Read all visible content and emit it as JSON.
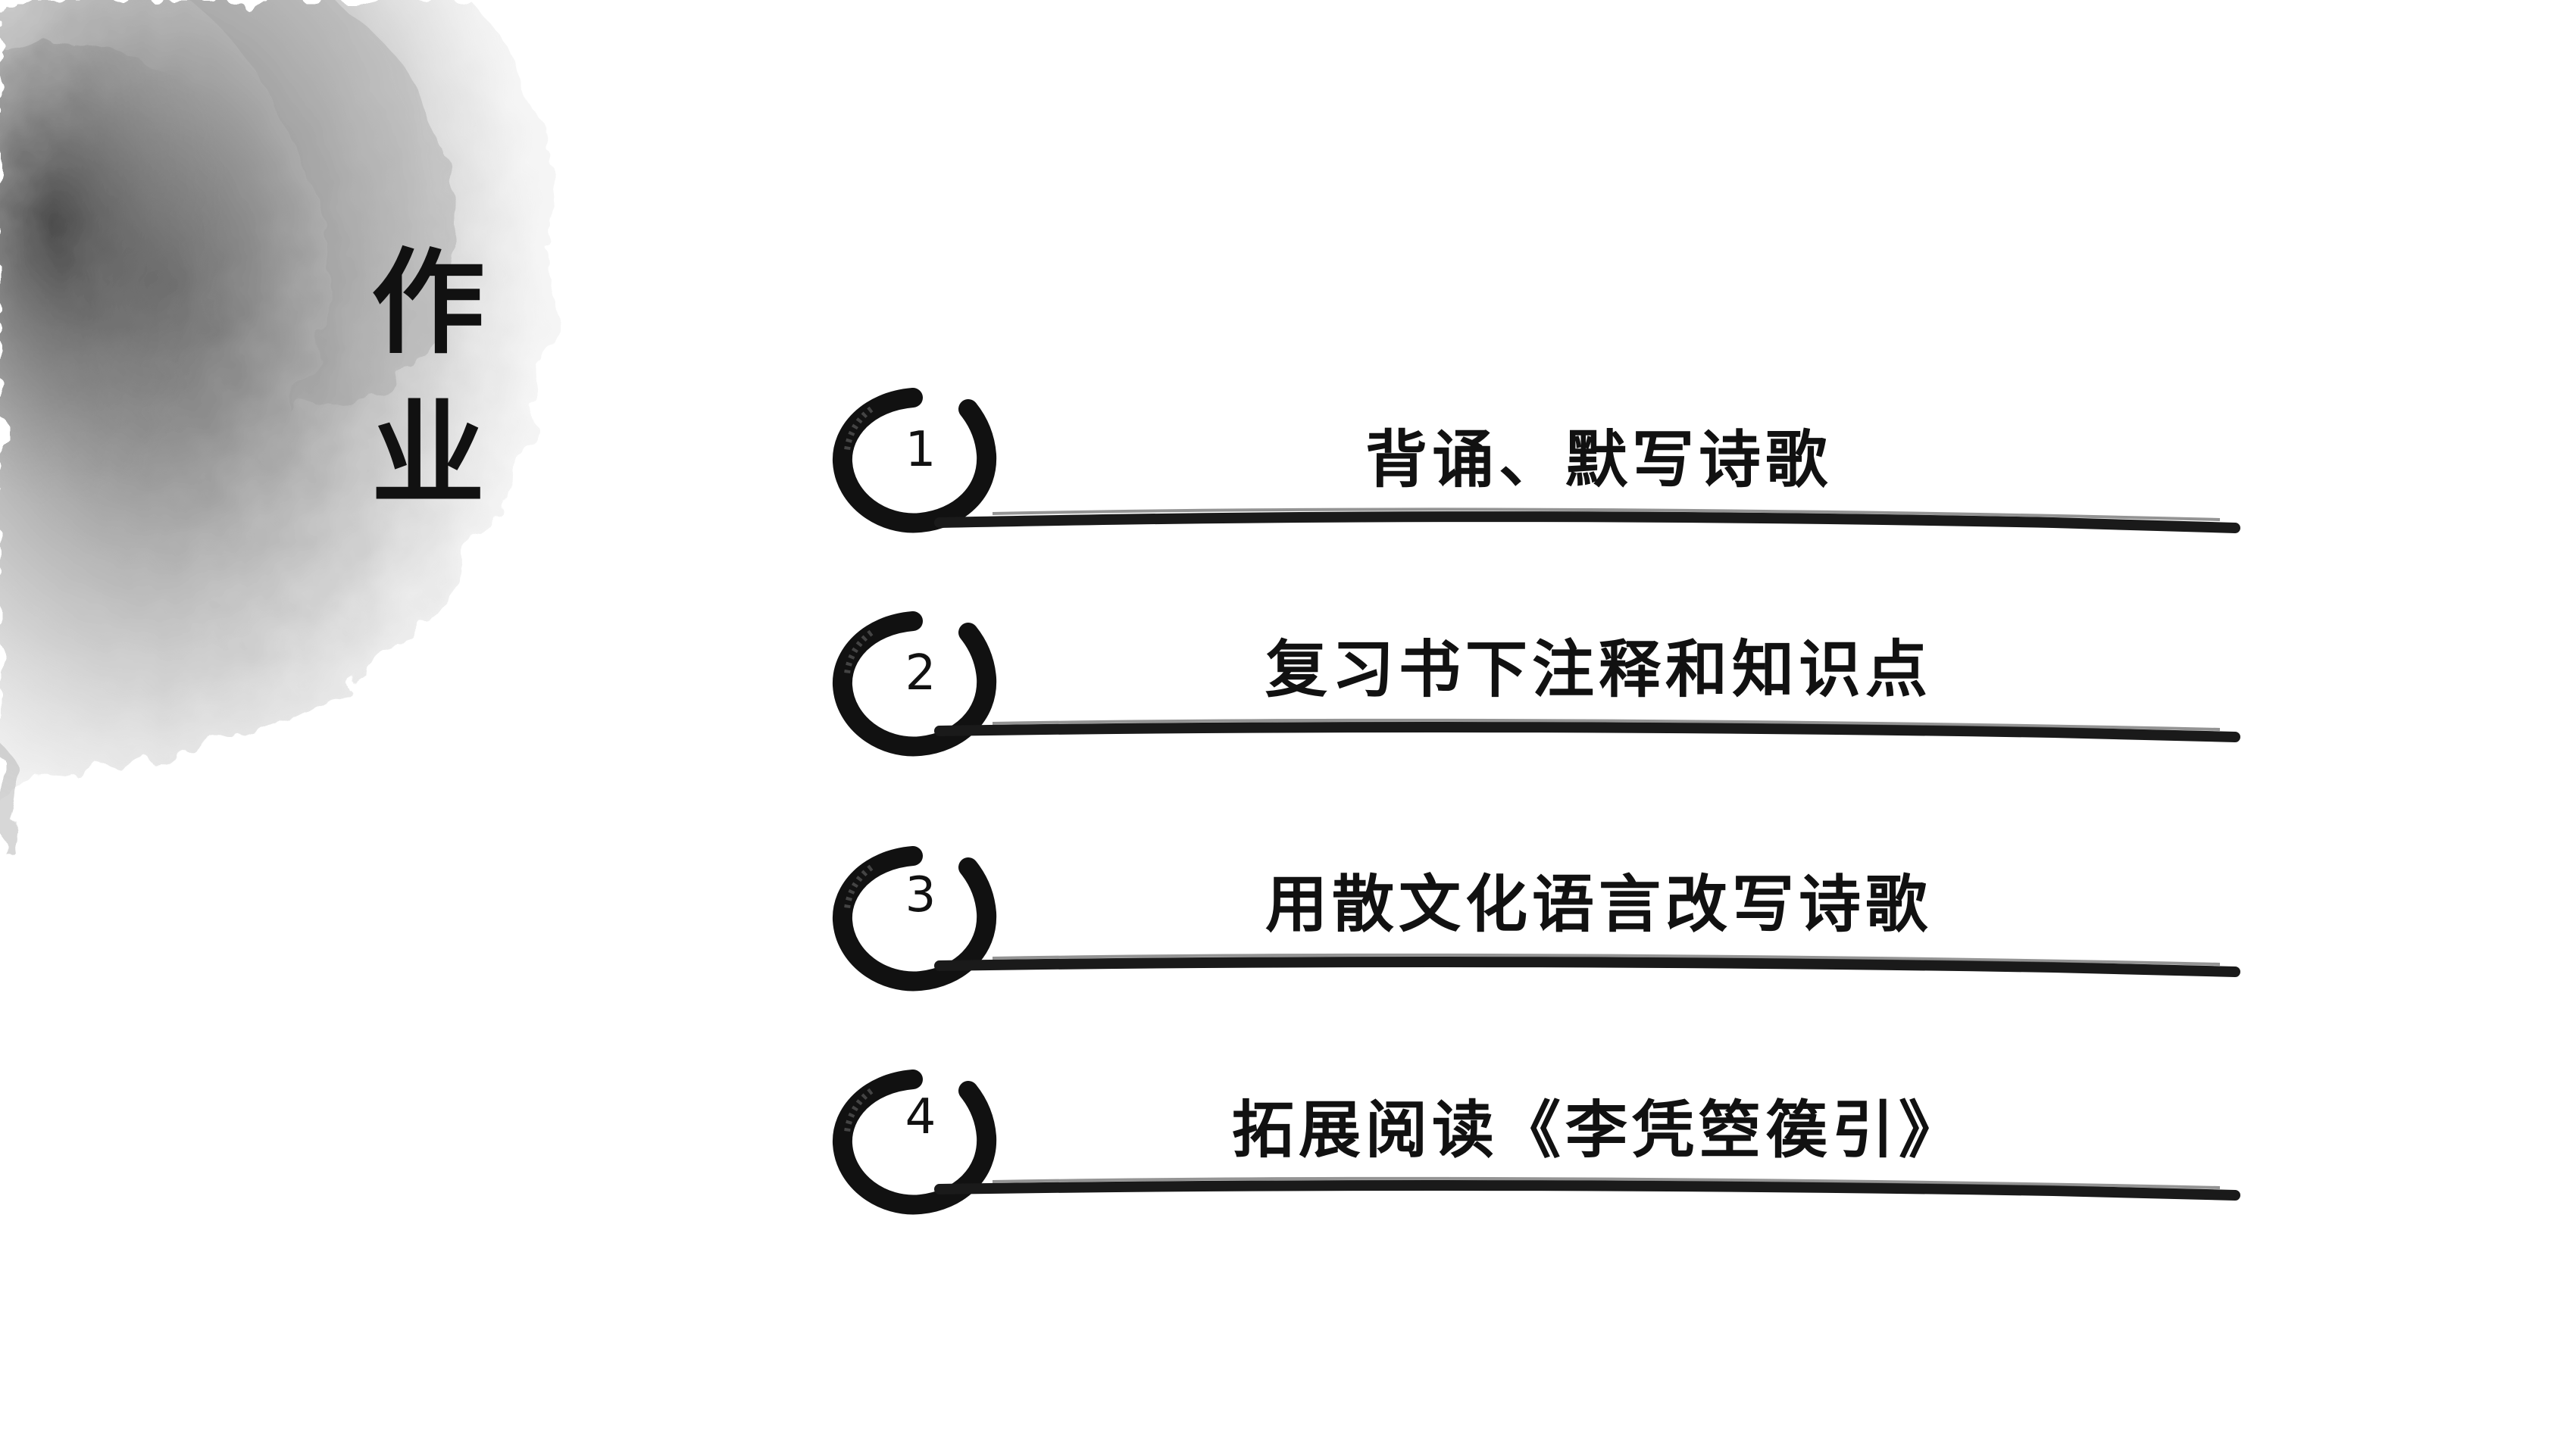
{
  "slide": {
    "title_chars": [
      "作",
      "业"
    ],
    "items": [
      {
        "number": "1",
        "text": "背诵、默写诗歌"
      },
      {
        "number": "2",
        "text": "复习书下注释和知识点"
      },
      {
        "number": "3",
        "text": "用散文化语言改写诗歌"
      },
      {
        "number": "4",
        "text": "拓展阅读《李凭箜篌引》"
      }
    ]
  },
  "colors": {
    "ink": "#111111",
    "wash_dark": "#6e6e6e",
    "wash_light": "#d9d9d9",
    "background": "#ffffff"
  },
  "icons": {
    "decoration": "ink-wash-splash",
    "item_marker": "ink-brush-circle"
  }
}
